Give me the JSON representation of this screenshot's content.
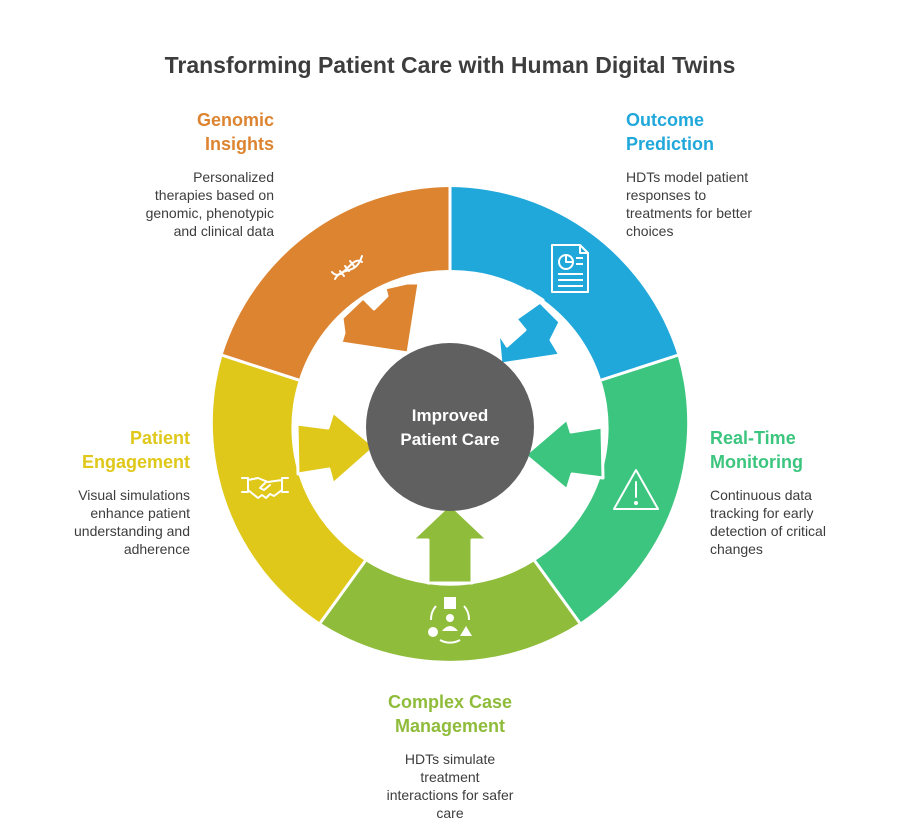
{
  "title": "Transforming Patient Care with Human Digital Twins",
  "center": {
    "lines": [
      "Improved",
      "Patient Care"
    ]
  },
  "segments": [
    {
      "heading": [
        "Genomic",
        "Insights"
      ],
      "desc": [
        "Personalized",
        "therapies based on",
        "genomic, phenotypic",
        "and clinical data"
      ],
      "color": "#dd8431",
      "icon": "dna-icon"
    },
    {
      "heading": [
        "Outcome",
        "Prediction"
      ],
      "desc": [
        "HDTs model patient",
        "responses to",
        "treatments for better",
        "choices"
      ],
      "color": "#21a8db",
      "icon": "report-chart-icon"
    },
    {
      "heading": [
        "Real-Time",
        "Monitoring"
      ],
      "desc": [
        "Continuous data",
        "tracking for early",
        "detection of critical",
        "changes"
      ],
      "color": "#3cc57e",
      "icon": "warning-triangle-icon"
    },
    {
      "heading": [
        "Complex Case",
        "Management"
      ],
      "desc": [
        "HDTs simulate",
        "treatment",
        "interactions for safer",
        "care"
      ],
      "color": "#8fbc3b",
      "icon": "person-shapes-icon"
    },
    {
      "heading": [
        "Patient",
        "Engagement"
      ],
      "desc": [
        "Visual simulations",
        "enhance patient",
        "understanding and",
        "adherence"
      ],
      "color": "#dfc81a",
      "icon": "handshake-icon"
    }
  ]
}
